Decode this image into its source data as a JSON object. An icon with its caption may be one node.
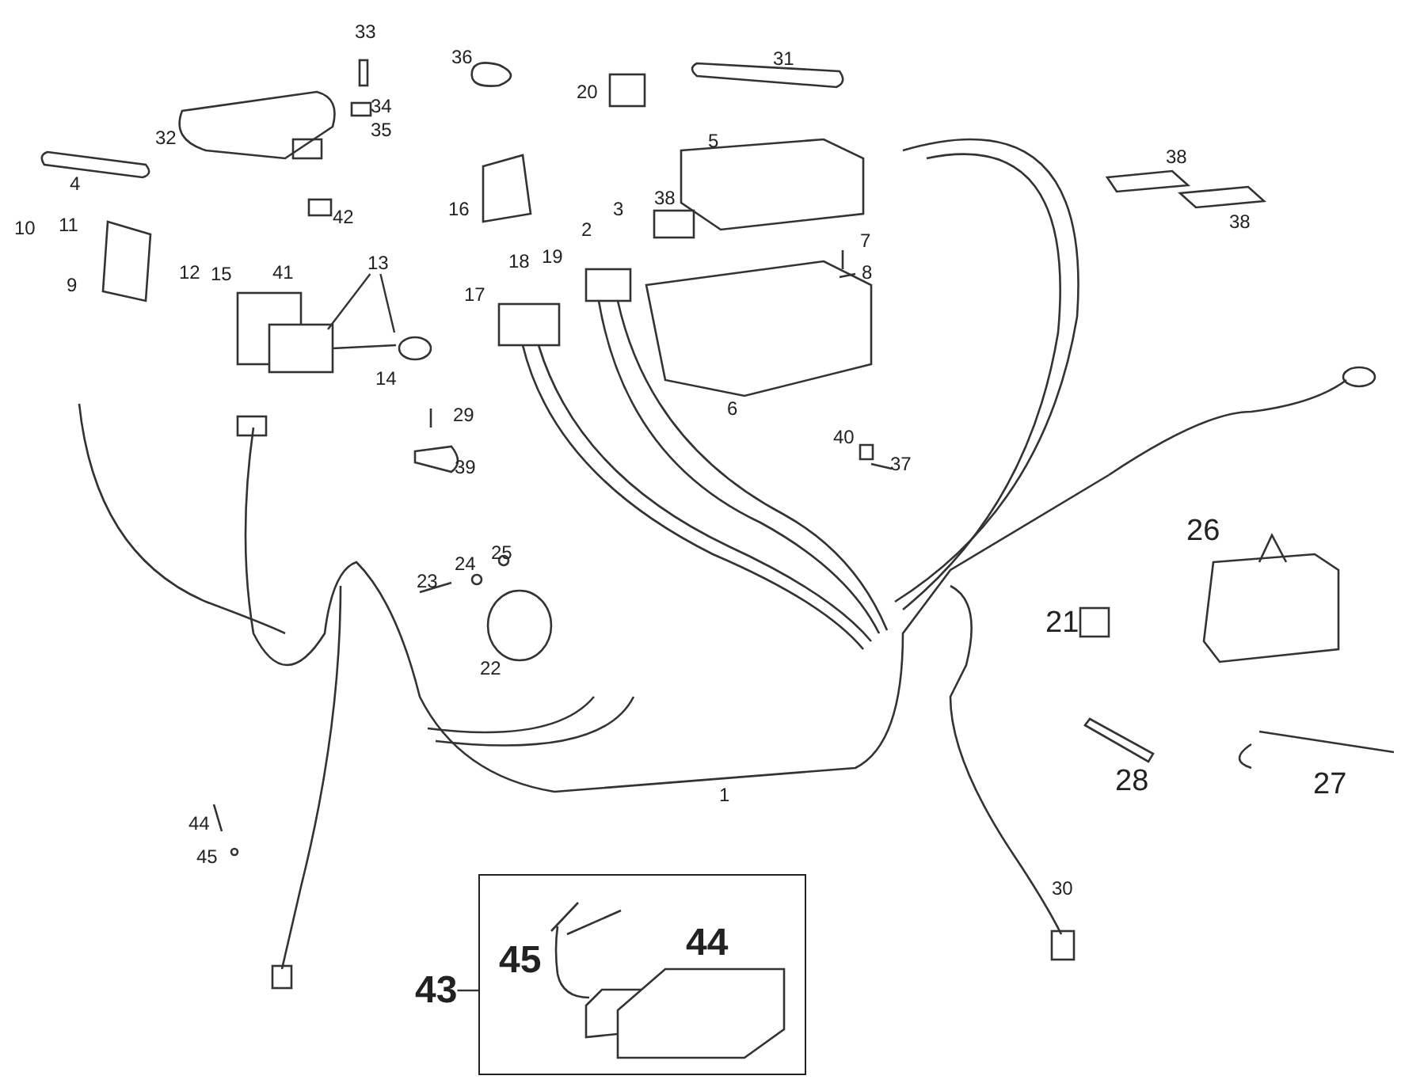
{
  "diagram": {
    "nodes": [
      {
        "text": [
          "13"
        ]
      },
      {
        "text": [
          "43"
        ]
      },
      {
        "text": [
          "45",
          "44"
        ]
      }
    ],
    "edges": [
      {
        "from": 0,
        "to": null,
        "arrow": "none"
      },
      {
        "from": 0,
        "to": null,
        "arrow": "none"
      },
      {
        "from": 1,
        "to": 2,
        "arrow": "none"
      }
    ],
    "labels": [
      "33",
      "36",
      "31",
      "20",
      "34",
      "35",
      "32",
      "5",
      "38",
      "4",
      "38",
      "16",
      "3",
      "38",
      "42",
      "10",
      "11",
      "2",
      "7",
      "12",
      "18",
      "19",
      "15",
      "41",
      "8",
      "17",
      "9",
      "14",
      "6",
      "29",
      "40",
      "39",
      "37",
      "26",
      "25",
      "24",
      "23",
      "21",
      "22",
      "28",
      "27",
      "1",
      "44",
      "45",
      "30"
    ]
  }
}
